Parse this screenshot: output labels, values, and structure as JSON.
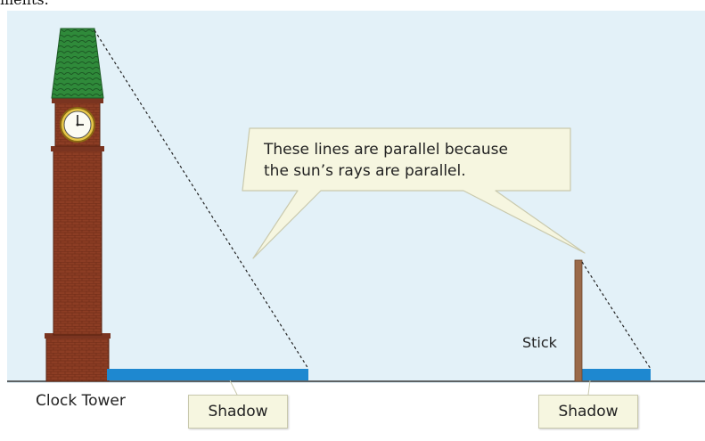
{
  "top_fragment": "ments.",
  "callout": {
    "line1": "These lines are parallel because",
    "line2": "the sun’s rays are parallel."
  },
  "labels": {
    "clock_tower": "Clock Tower",
    "stick": "Stick",
    "shadow_left": "Shadow",
    "shadow_right": "Shadow"
  },
  "colors": {
    "sky": "#e3f1f8",
    "shadow": "#1e88d0",
    "tower_brick": "#8c3d24",
    "roof": "#2f8a3a",
    "stick": "#9a6a4a",
    "callout_fill": "#f6f6e0"
  }
}
